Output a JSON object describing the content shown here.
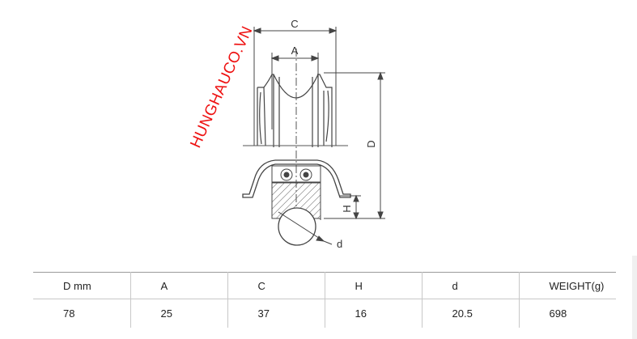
{
  "diagram": {
    "labels": {
      "C": "C",
      "A": "A",
      "D": "D",
      "H": "H",
      "d": "d"
    },
    "watermark": "HUNGHAUCO.VN",
    "watermark_color": "#ee1111"
  },
  "table": {
    "headers": [
      "D mm",
      "A",
      "C",
      "H",
      "d",
      "WEIGHT(g)"
    ],
    "rows": [
      [
        "78",
        "25",
        "37",
        "16",
        "20.5",
        "698"
      ]
    ]
  }
}
